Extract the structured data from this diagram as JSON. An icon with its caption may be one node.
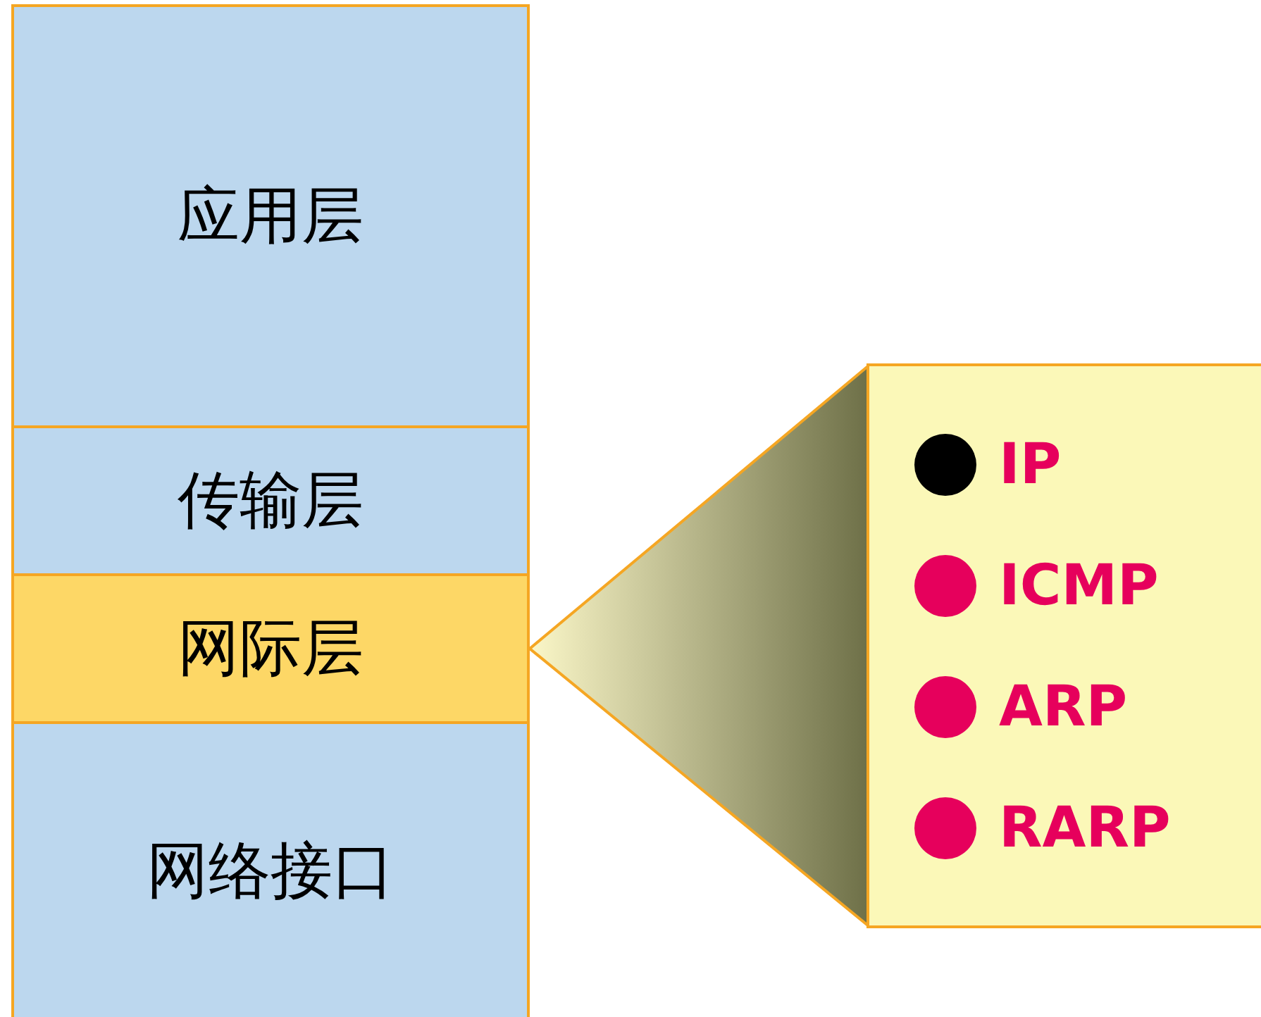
{
  "diagram": {
    "nodes": [
      {
        "text": [
          "应用层"
        ]
      },
      {
        "text": [
          "传输层"
        ]
      },
      {
        "text": [
          "网际层"
        ]
      },
      {
        "text": [
          "网络接口"
        ]
      },
      {
        "text": [
          "IP",
          "ICMP",
          "ARP",
          "RARP"
        ]
      }
    ],
    "edges": [
      {
        "from": 4,
        "to": 2,
        "arrow": "to"
      }
    ]
  }
}
